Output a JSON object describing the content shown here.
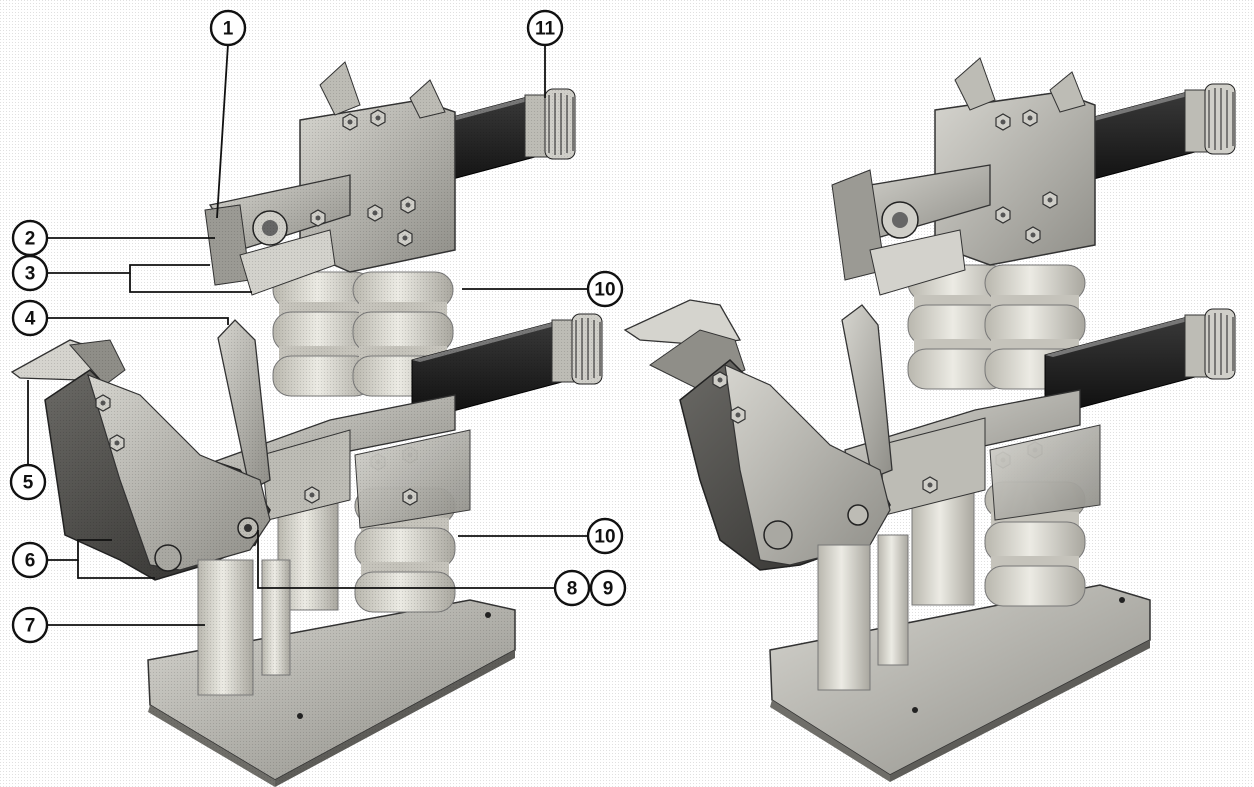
{
  "figure": {
    "views": [
      "left-view",
      "right-view"
    ],
    "callouts": [
      {
        "id": "c1",
        "label": "1"
      },
      {
        "id": "c2",
        "label": "2"
      },
      {
        "id": "c3",
        "label": "3"
      },
      {
        "id": "c4",
        "label": "4"
      },
      {
        "id": "c5",
        "label": "5"
      },
      {
        "id": "c6",
        "label": "6"
      },
      {
        "id": "c7",
        "label": "7"
      },
      {
        "id": "c8",
        "label": "8"
      },
      {
        "id": "c9",
        "label": "9"
      },
      {
        "id": "c10a",
        "label": "10"
      },
      {
        "id": "c10b",
        "label": "10"
      },
      {
        "id": "c11",
        "label": "11"
      }
    ]
  },
  "colors": {
    "ink": "#111111",
    "porcelain": "#d9d7cf",
    "steel": "#a9a8a2",
    "dark_steel": "#4a4946",
    "black_part": "#1c1c1c"
  }
}
